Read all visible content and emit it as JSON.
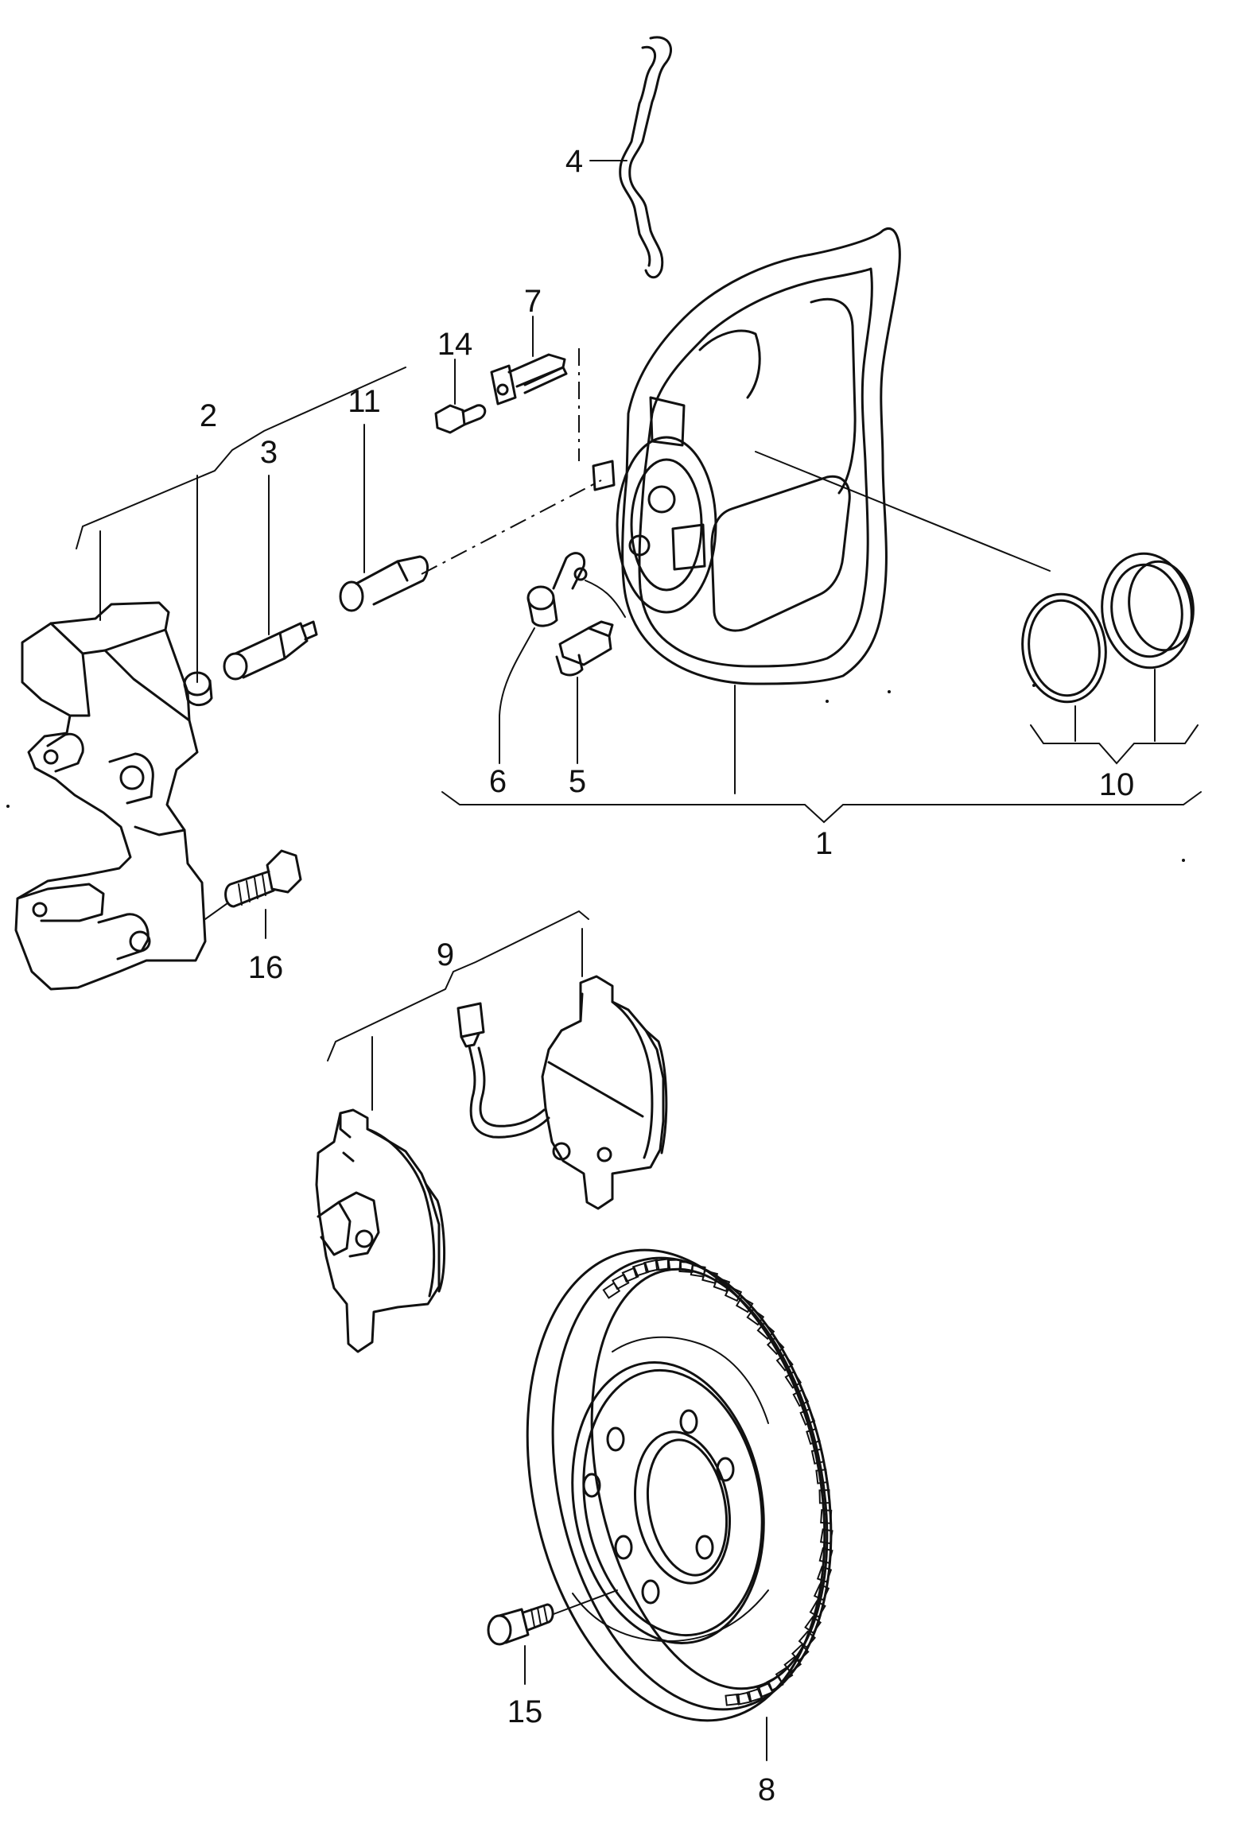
{
  "diagram": {
    "callouts": [
      {
        "id": "1",
        "text": "1"
      },
      {
        "id": "2",
        "text": "2"
      },
      {
        "id": "3",
        "text": "3"
      },
      {
        "id": "4",
        "text": "4"
      },
      {
        "id": "5",
        "text": "5"
      },
      {
        "id": "6",
        "text": "6"
      },
      {
        "id": "7",
        "text": "7"
      },
      {
        "id": "8",
        "text": "8"
      },
      {
        "id": "9",
        "text": "9"
      },
      {
        "id": "10",
        "text": "10"
      },
      {
        "id": "11",
        "text": "11"
      },
      {
        "id": "14",
        "text": "14"
      },
      {
        "id": "15",
        "text": "15"
      },
      {
        "id": "16",
        "text": "16"
      }
    ]
  }
}
